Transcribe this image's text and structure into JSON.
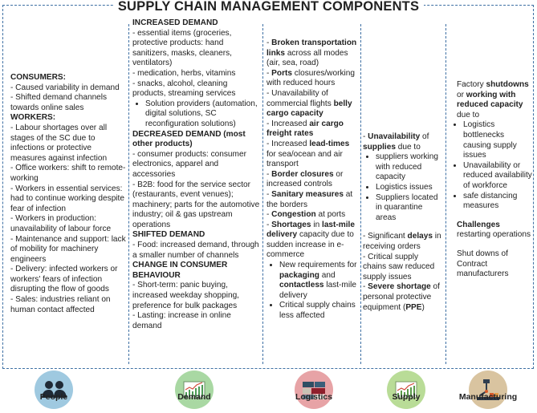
{
  "title": "SUPPLY CHAIN MANAGEMENT COMPONENTS",
  "columns": {
    "people": {
      "label": "People",
      "consumers_head": "CONSUMERS:",
      "c1": "- Caused variability in demand",
      "c2": "- Shifted demand channels towards online sales",
      "workers_head": "WORKERS:",
      "w1": "- Labour shortages over all stages of the SC due to infections or protective measures against infection",
      "w2": "- Office workers: shift to remote-working",
      "w3": "- Workers in essential services: had to continue working despite fear of infection",
      "w4": "- Workers in production: unavailability of labour force",
      "w5": "- Maintenance and support: lack of mobility for machinery engineers",
      "w6": "- Delivery: infected workers or workers' fears of infection disrupting the flow of goods",
      "w7": "- Sales: industries reliant on human contact affected"
    },
    "demand": {
      "label": "Demand",
      "inc_head": "INCREASED DEMAND",
      "i1": "- essential items (groceries, protective products: hand sanitizers, masks, cleaners, ventilators)",
      "i2": "- medication, herbs, vitamins",
      "i3": "- snacks, alcohol, cleaning products, streaming services",
      "i4": "Solution providers (automation, digital solutions, SC reconfiguration solutions)",
      "dec_head": "DECREASED DEMAND (most other products)",
      "d1": "- consumer products: consumer electronics, apparel and accessories",
      "d2": "- B2B: food for the service sector (restaurants, event venues); machinery; parts for the automotive industry; oil & gas upstream operations",
      "shift_head": "SHIFTED DEMAND",
      "s1": "- Food: increased demand, through a smaller number of channels",
      "change_head": "CHANGE IN CONSUMER BEHAVIOUR",
      "b1": "- Short-term: panic buying, increased weekday shopping, preference for bulk packages",
      "b2": "- Lasting: increase in online demand"
    },
    "logistics": {
      "label": "Logistics",
      "l1a": "- ",
      "l1b": "Broken transportation links",
      "l1c": " across all modes (air, sea, road)",
      "l2a": "- ",
      "l2b": "Ports",
      "l2c": " closures/working with reduced hours",
      "l3a": "- Unavailability of commercial flights ",
      "l3b": "belly cargo capacity",
      "l4a": "- Increased ",
      "l4b": "air cargo freight rates",
      "l5a": "- Increased ",
      "l5b": "lead-times",
      "l5c": " for sea/ocean and air transport",
      "l6a": "- ",
      "l6b": "Border closures",
      "l6c": " or increased controls",
      "l7a": "- ",
      "l7b": "Sanitary measures",
      "l7c": " at the borders",
      "l8a": "- ",
      "l8b": "Congestion",
      "l8c": " at ports",
      "l9a": "- ",
      "l9b": "Shortages",
      "l9c": " in ",
      "l9d": "last-mile delivery",
      "l9e": " capacity due to sudden increase in e-commerce",
      "l10a": "New requirements for ",
      "l10b": "packaging",
      "l10c": " and ",
      "l10d": "contactless",
      "l10e": " last-mile delivery",
      "l11": "Critical supply chains less affected"
    },
    "supply": {
      "label": "Supply",
      "u1a": "- ",
      "u1b": "Unavailability",
      "u1c": " of ",
      "u1d": "supplies",
      "u1e": " due to",
      "u2": "suppliers working with reduced capacity",
      "u3": "Logistics issues",
      "u4": "Suppliers located in quarantine areas",
      "u5a": "- Significant ",
      "u5b": "delays",
      "u5c": " in receiving orders",
      "u6": "- Critical supply chains saw reduced supply issues",
      "u7a": "- ",
      "u7b": "Severe shortage",
      "u7c": " of personal protective equipment (",
      "u7d": "PPE",
      "u7e": ")"
    },
    "manufacturing": {
      "label": "Manufacturing",
      "m1a": "Factory ",
      "m1b": "shutdowns",
      "m1c": " or ",
      "m1d": "working with reduced capacity",
      "m1e": " due to",
      "m2": "Logistics bottlenecks causing supply issues",
      "m3": "Unavailability or reduced availability of workforce",
      "m4": "safe distancing measures",
      "m5a": "Challenges",
      "m5b": " restarting operations",
      "m6": "Shut downs of Contract manufacturers"
    }
  },
  "colors": {
    "border": "#3d6fa3",
    "people_icon_bg": "#9fc9e0",
    "demand_icon_bg": "#a9d8a3",
    "logistics_icon_bg": "#e7a3a6",
    "supply_icon_bg": "#b9dc97",
    "manufacturing_icon_bg": "#d9c4a0"
  }
}
